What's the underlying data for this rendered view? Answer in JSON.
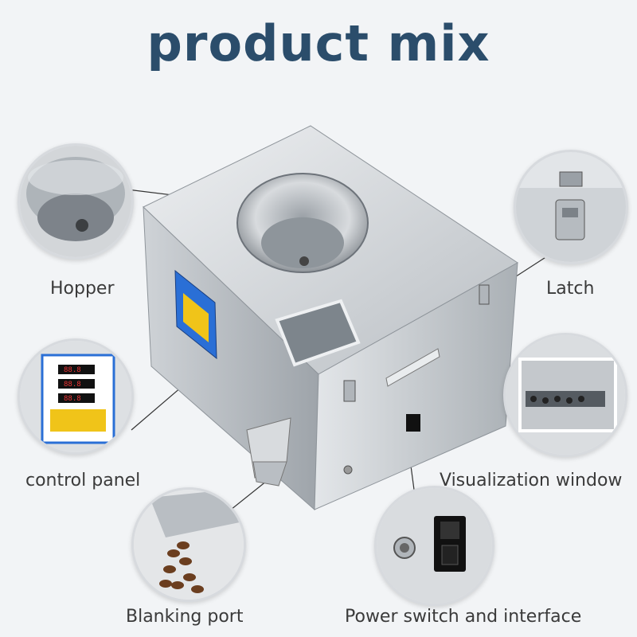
{
  "title": "product mix",
  "labels": {
    "hopper": "Hopper",
    "latch": "Latch",
    "control_panel": "control panel",
    "visualization_window": "Visualization window",
    "blanking_port": "Blanking port",
    "power_switch": "Power switch and interface"
  },
  "colors": {
    "title": "#2b4d6b",
    "background": "#f2f4f6",
    "steel": "#c9cdd1",
    "panel_blue": "#2a6fd6",
    "panel_yellow": "#f0c419",
    "coffee": "#6b3e1f"
  }
}
